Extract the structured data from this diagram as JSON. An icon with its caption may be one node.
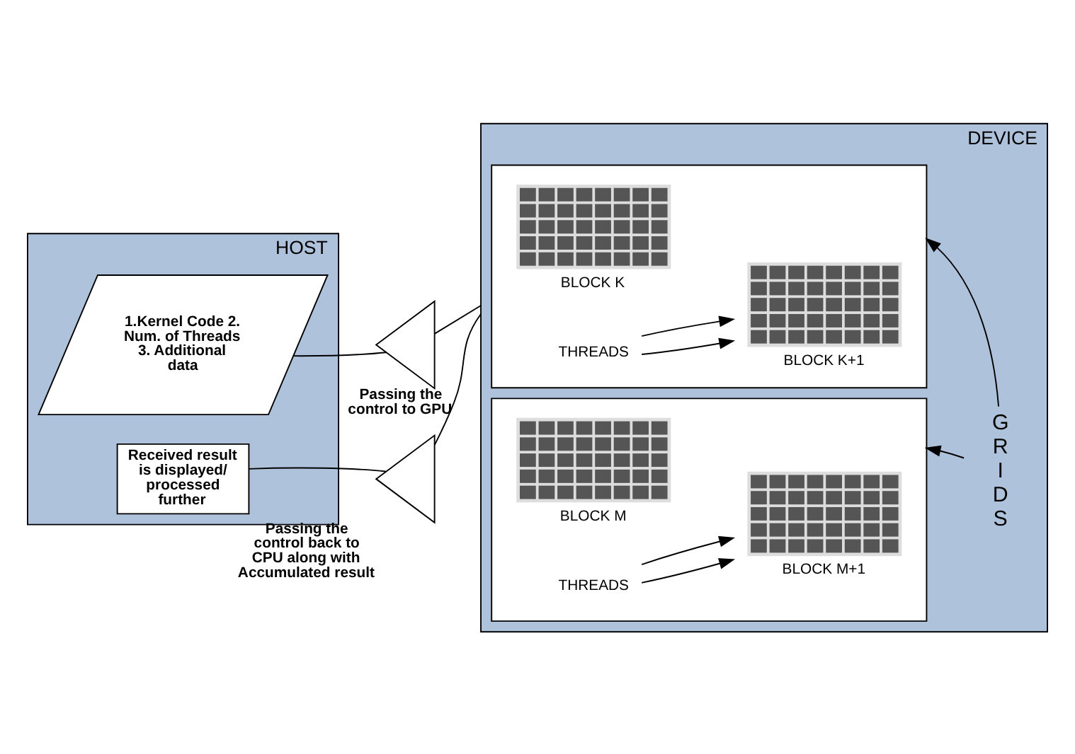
{
  "diagram": {
    "nodes": [
      {
        "text": [
          "HOST"
        ]
      },
      {
        "text": [
          "1.Kernel Code 2. Num. of Threads 3. Additional data"
        ],
        "in": 0
      },
      {
        "text": [
          "Received result is displayed/ processed further"
        ],
        "in": 0
      },
      {
        "text": [
          "DEVICE"
        ]
      },
      {
        "text": [],
        "shape": "box",
        "in": 3
      },
      {
        "text": [],
        "shape": "picture",
        "in": 4,
        "beside": [
          "BLOCK K"
        ]
      },
      {
        "text": [],
        "shape": "picture",
        "in": 4,
        "beside": [
          "BLOCK K+1"
        ]
      },
      {
        "text": [
          "THREADS"
        ],
        "in": 4
      },
      {
        "text": [],
        "shape": "box",
        "in": 3
      },
      {
        "text": [],
        "shape": "picture",
        "in": 8,
        "beside": [
          "BLOCK M"
        ]
      },
      {
        "text": [],
        "shape": "picture",
        "in": 8,
        "beside": [
          "BLOCK M+1"
        ]
      },
      {
        "text": [
          "THREADS"
        ],
        "in": 8
      },
      {
        "text": [
          "G R I D S"
        ],
        "in": 3
      },
      {
        "text": [],
        "shape": "triangle",
        "beside": [
          "Passing the control to GPU"
        ]
      },
      {
        "text": [],
        "shape": "triangle",
        "beside": [
          "Passing the control back to CPU along with Accumulated result"
        ]
      }
    ],
    "edges": [
      {
        "from": 1,
        "to": 13,
        "arrow": "none"
      },
      {
        "from": 13,
        "to": 3,
        "arrow": "none"
      },
      {
        "from": 3,
        "to": 14,
        "arrow": "none"
      },
      {
        "from": 14,
        "to": 2,
        "arrow": "none"
      },
      {
        "from": 7,
        "to": 6,
        "arrow": "to"
      },
      {
        "from": 7,
        "to": 6,
        "arrow": "to"
      },
      {
        "from": 11,
        "to": 10,
        "arrow": "to"
      },
      {
        "from": 11,
        "to": 10,
        "arrow": "to"
      },
      {
        "from": 12,
        "to": 4,
        "arrow": "to"
      },
      {
        "from": 12,
        "to": 8,
        "arrow": "to"
      }
    ]
  }
}
